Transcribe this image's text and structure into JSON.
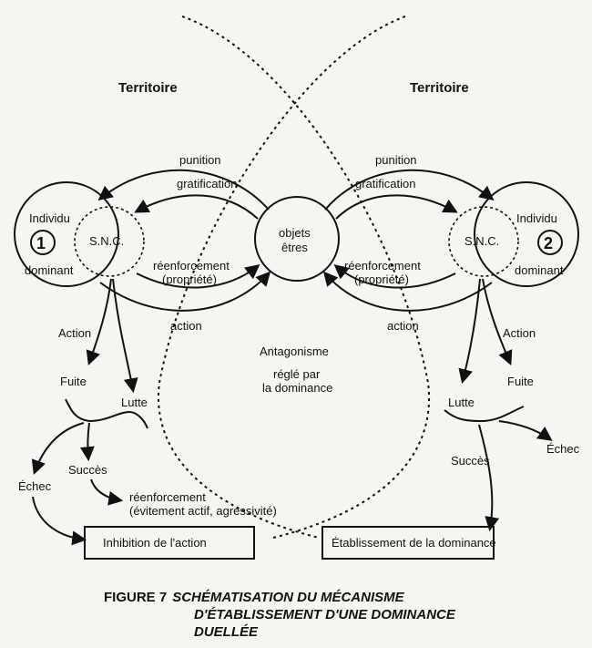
{
  "diagram": {
    "territory_left": "Territoire",
    "territory_right": "Territoire",
    "individual_1": {
      "label": "Individu",
      "number": "1",
      "status": "dominant",
      "nervous": "S.N.C."
    },
    "individual_2": {
      "label": "Individu",
      "number": "2",
      "status": "dominant",
      "nervous": "S.N.C."
    },
    "objects": {
      "line1": "objets",
      "line2": "êtres"
    },
    "punishment_left": "punition",
    "punishment_right": "punition",
    "reward_left": "gratification",
    "reward_right": "gratification",
    "reinforce_left": {
      "line1": "réenforcement",
      "line2": "(propriété)"
    },
    "reinforce_right": {
      "line1": "réenforcement",
      "line2": "(propriété)"
    },
    "action_left_arrow": "action",
    "action_right_arrow": "action",
    "action_left": "Action",
    "action_right": "Action",
    "antagonism": "Antagonisme",
    "regulated": {
      "line1": "réglé par",
      "line2": "la dominance"
    },
    "flight_left": "Fuite",
    "fight_left": "Lutte",
    "flight_right": "Fuite",
    "fight_right": "Lutte",
    "failure_left": "Échec",
    "success_left": "Succès",
    "failure_right": "Échec",
    "success_right": "Succès",
    "reinforcement_bottom": {
      "line1": "réenforcement",
      "line2": "(évitement actif, agressivité)"
    },
    "box_inhibition": "Inhibition de l'action",
    "box_dominance": "Établissement de la dominance"
  },
  "caption": {
    "figure": "FIGURE 7",
    "title_line1": "SCHÉMATISATION DU MÉCANISME",
    "title_line2": "D'ÉTABLISSEMENT D'UNE DOMINANCE",
    "title_line3": "DUELLÉE"
  }
}
